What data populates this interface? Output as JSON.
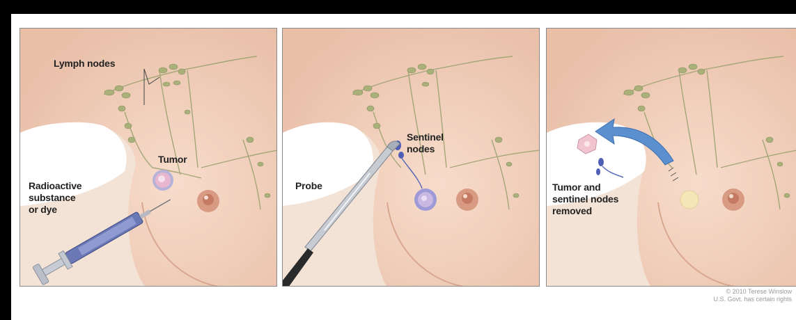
{
  "panels": {
    "panel1": {
      "labels": {
        "lymph_nodes": "Lymph nodes",
        "tumor": "Tumor",
        "injection": "Radioactive\nsubstance\nor dye"
      }
    },
    "panel2": {
      "labels": {
        "probe": "Probe",
        "sentinel": "Sentinel\nnodes"
      }
    },
    "panel3": {
      "labels": {
        "removed": "Tumor and\nsentinel nodes\nremoved"
      }
    }
  },
  "credit": {
    "line1": "© 2010 Terese Winslow",
    "line2": "U.S. Govt. has certain rights"
  },
  "colors": {
    "skin": "#f2d5c2",
    "skin_shadow": "#e4b8a0",
    "nipple": "#c9826a",
    "node": "#a8b07c",
    "tumor": "#d8a6c8",
    "arrow": "#5a8fd0",
    "syringe": "#5b6aa8"
  }
}
